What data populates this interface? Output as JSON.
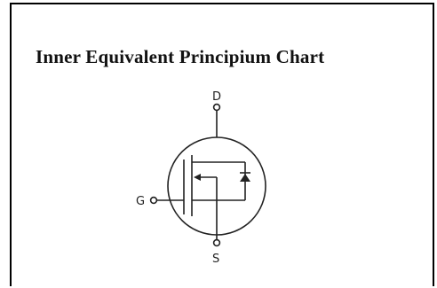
{
  "title": "Inner Equivalent Principium Chart",
  "terminals": {
    "drain": "D",
    "gate": "G",
    "source": "S"
  },
  "colors": {
    "line": "#222222",
    "frame": "#000000",
    "background": "#ffffff"
  }
}
